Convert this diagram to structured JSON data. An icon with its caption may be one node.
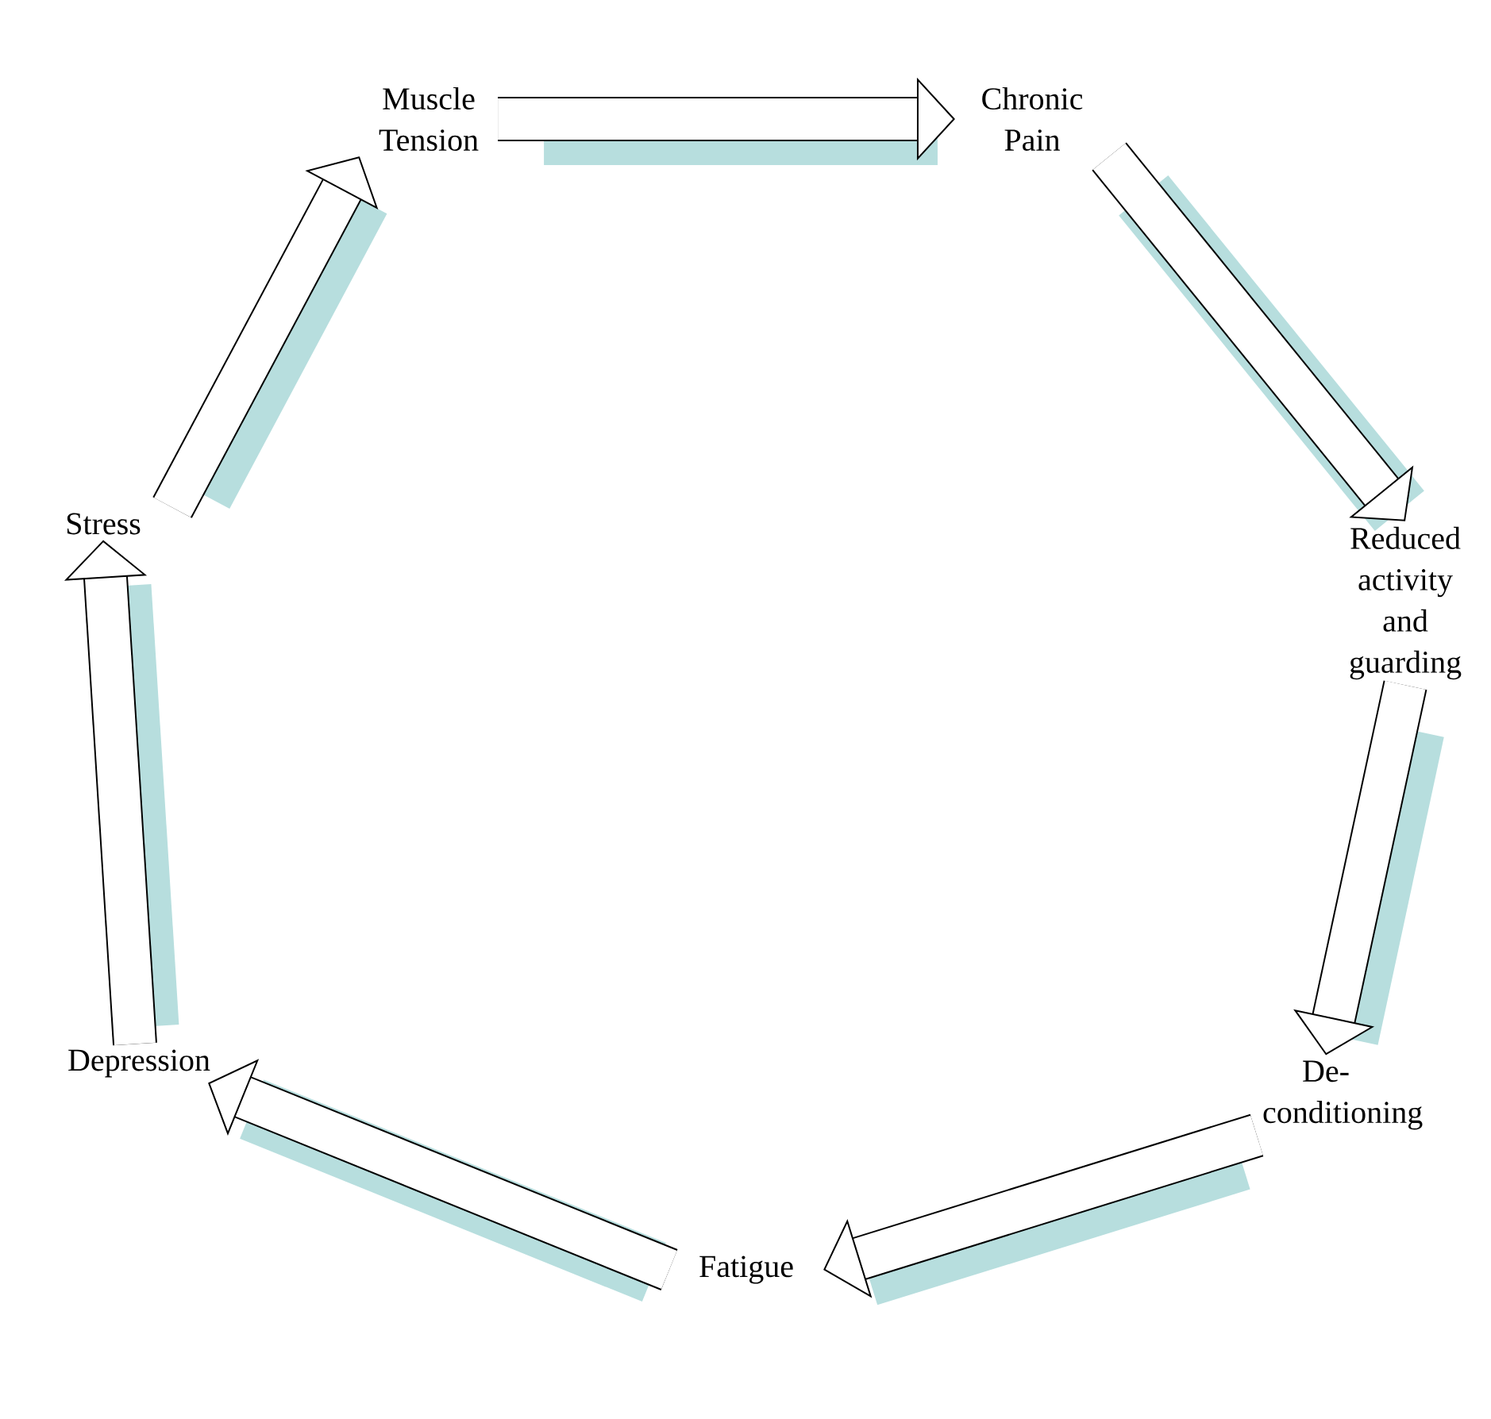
{
  "diagram": {
    "nodes": [
      {
        "text": [
          "Muscle Tension"
        ]
      },
      {
        "text": [
          "Chronic Pain"
        ]
      },
      {
        "text": [
          "Reduced activity and guarding"
        ]
      },
      {
        "text": [
          "De-conditioning"
        ]
      },
      {
        "text": [
          "Fatigue"
        ]
      },
      {
        "text": [
          "Depression"
        ]
      },
      {
        "text": [
          "Stress"
        ]
      }
    ],
    "edges": [
      {
        "from": 0,
        "to": 1,
        "arrow": "to"
      },
      {
        "from": 1,
        "to": 2,
        "arrow": "to"
      },
      {
        "from": 2,
        "to": 3,
        "arrow": "to"
      },
      {
        "from": 3,
        "to": 4,
        "arrow": "to"
      },
      {
        "from": 4,
        "to": 5,
        "arrow": "to"
      },
      {
        "from": 5,
        "to": 6,
        "arrow": "to"
      },
      {
        "from": 6,
        "to": 0,
        "arrow": "to"
      }
    ]
  }
}
